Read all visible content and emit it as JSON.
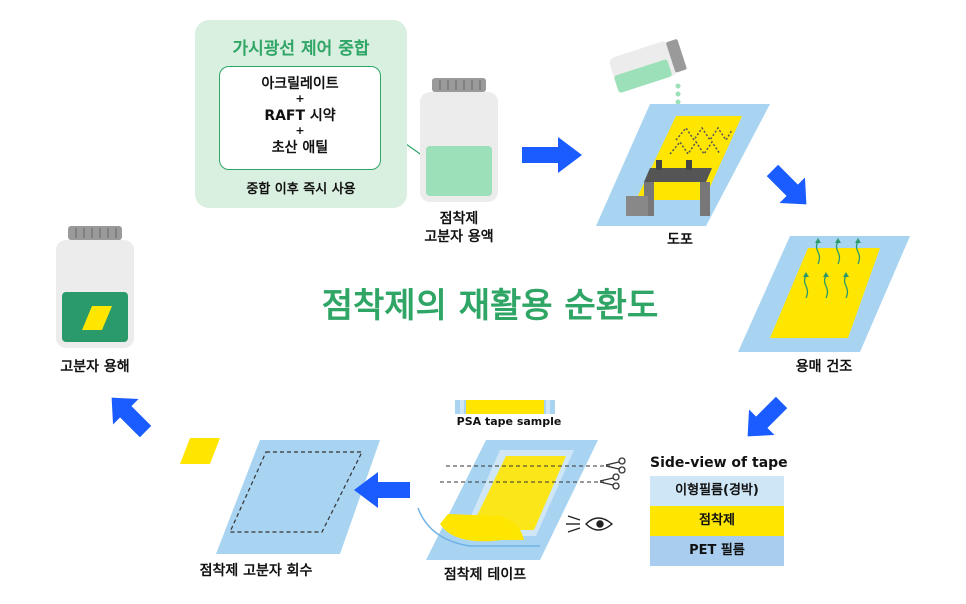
{
  "title": "점착제의 재활용 순환도",
  "polymerization_box": {
    "title": "가시광선 제어 중합",
    "ingredients": [
      "아크릴레이트",
      "RAFT 시약",
      "초산 애틸"
    ],
    "plus": "+",
    "footer": "중합 이후 즉시 사용"
  },
  "steps": {
    "solution_line1": "점착제",
    "solution_line2": "고분자 용액",
    "coating": "도포",
    "drying": "용매 건조",
    "tape": "점착제 테이프",
    "recovery": "점착제 고분자 회수",
    "dissolution": "고분자 용해"
  },
  "psa_sample_label": "PSA tape sample",
  "side_view": {
    "title": "Side-view of tape",
    "layers": [
      {
        "label": "이형필름(경박)",
        "color": "#cfe6f7"
      },
      {
        "label": "점착제",
        "color": "#ffe600"
      },
      {
        "label": "PET 필름",
        "color": "#a8cdee"
      }
    ]
  },
  "colors": {
    "accent_green": "#2fa566",
    "arrow_blue": "#1a5cff",
    "film_blue": "#a8d4f2",
    "adhesive_yellow": "#ffe600",
    "solution_green": "#9be0b8",
    "dark_green": "#2a9a6a"
  }
}
